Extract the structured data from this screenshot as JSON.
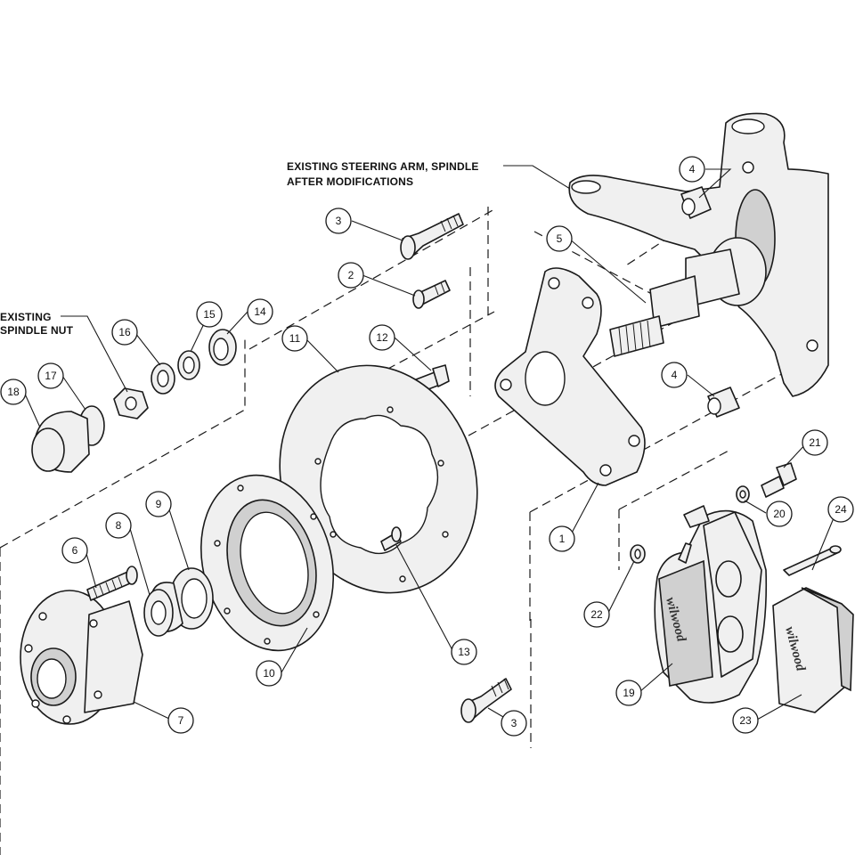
{
  "notes": {
    "steering_arm_line1": "EXISTING STEERING ARM, SPINDLE",
    "steering_arm_line2": "AFTER MODIFICATIONS",
    "spindle_nut_line1": "EXISTING",
    "spindle_nut_line2": "SPINDLE NUT"
  },
  "brand": "wilwood",
  "callouts": {
    "c1": "1",
    "c2": "2",
    "c3a": "3",
    "c3b": "3",
    "c4a": "4",
    "c4b": "4",
    "c5": "5",
    "c6": "6",
    "c7": "7",
    "c8": "8",
    "c9": "9",
    "c10": "10",
    "c11": "11",
    "c12": "12",
    "c13": "13",
    "c14": "14",
    "c15": "15",
    "c16": "16",
    "c17": "17",
    "c18": "18",
    "c19": "19",
    "c20": "20",
    "c21": "21",
    "c22": "22",
    "c23": "23",
    "c24": "24"
  },
  "parts": [
    {
      "key": "c1",
      "name": "caliper-mounting-bracket"
    },
    {
      "key": "c2",
      "name": "short-bracket-bolt"
    },
    {
      "key": "c3a",
      "name": "long-bracket-bolt"
    },
    {
      "key": "c4a",
      "name": "spacer-bushing"
    },
    {
      "key": "c5",
      "name": "spindle-stud"
    },
    {
      "key": "c6",
      "name": "wheel-stud"
    },
    {
      "key": "c7",
      "name": "hub"
    },
    {
      "key": "c8",
      "name": "inner-bearing"
    },
    {
      "key": "c9",
      "name": "inner-seal"
    },
    {
      "key": "c10",
      "name": "rotor-hat"
    },
    {
      "key": "c11",
      "name": "rotor"
    },
    {
      "key": "c12",
      "name": "rotor-bolt"
    },
    {
      "key": "c13",
      "name": "rotor-stud"
    },
    {
      "key": "c14",
      "name": "outer-bearing"
    },
    {
      "key": "c15",
      "name": "outer-washer"
    },
    {
      "key": "c16",
      "name": "thrust-washer"
    },
    {
      "key": "c17",
      "name": "o-ring"
    },
    {
      "key": "c18",
      "name": "dust-cap"
    },
    {
      "key": "c19",
      "name": "caliper"
    },
    {
      "key": "c20",
      "name": "caliper-washer"
    },
    {
      "key": "c21",
      "name": "caliper-bolt"
    },
    {
      "key": "c22",
      "name": "shim-washer"
    },
    {
      "key": "c23",
      "name": "brake-pads"
    },
    {
      "key": "c24",
      "name": "cotter-pin"
    }
  ]
}
